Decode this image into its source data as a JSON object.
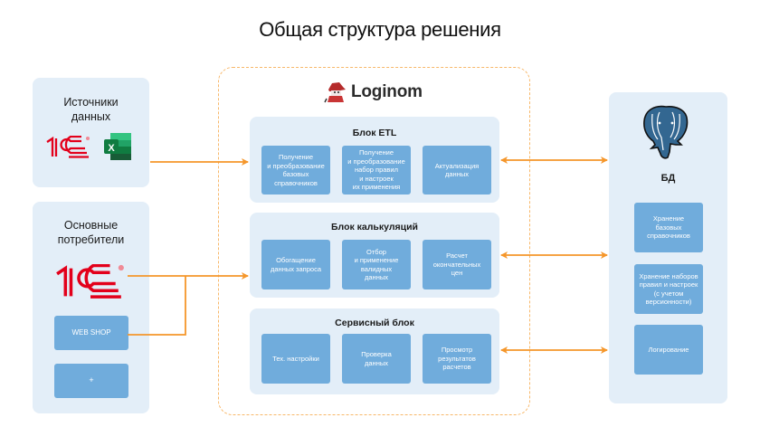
{
  "title": "Общая структура решения",
  "sources": {
    "title": "Источники\nданных",
    "icons": [
      "1c-logo",
      "excel-icon"
    ]
  },
  "consumers": {
    "title": "Основные\nпотребители",
    "items": [
      "WEB SHOP",
      "+"
    ],
    "icons": [
      "1c-logo"
    ]
  },
  "loginom": {
    "logo_text": "Loginom",
    "blocks": [
      {
        "title": "Блок ETL",
        "tiles": [
          "Получение\nи преобразование\nбазовых\nсправочников",
          "Получение\nи преобразование\nнабор правил\nи настроек\nих применения",
          "Актуализация\nданных"
        ]
      },
      {
        "title": "Блок калькуляций",
        "tiles": [
          "Обогащение\nданных запроса",
          "Отбор\nи применение\nвалидных\nданных",
          "Расчет\nокончательных\nцен"
        ]
      },
      {
        "title": "Сервисный блок",
        "tiles": [
          "Тех. настройки",
          "Проверка\nданных",
          "Просмотр\nрезультатов\nрасчетов"
        ]
      }
    ]
  },
  "db": {
    "title": "БД",
    "icon": "postgresql-elephant-icon",
    "tiles": [
      "Хранение\nбазовых\nсправочников",
      "Хранение наборов\nправил и настроек\n(с учетом\nверсионности)",
      "Логирование"
    ]
  },
  "colors": {
    "arrow": "#f5962a",
    "dashed_border": "#f8b86a",
    "panel_bg": "#e3eef8",
    "tile_bg": "#70acdc",
    "brand_red": "#e3001b",
    "pg_blue": "#336791"
  }
}
